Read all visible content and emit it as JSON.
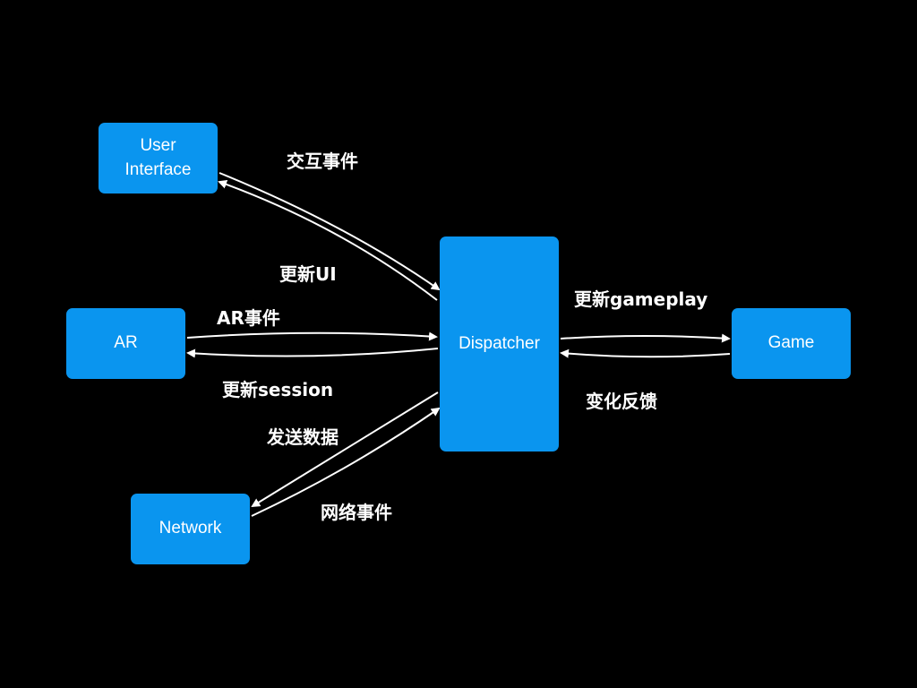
{
  "diagram": {
    "nodes": {
      "ui": "User\nInterface",
      "ar": "AR",
      "network": "Network",
      "dispatcher": "Dispatcher",
      "game": "Game"
    },
    "edges": {
      "interaction_event": "交互事件",
      "update_ui": "更新UI",
      "ar_event": "AR事件",
      "update_session": "更新session",
      "send_data": "发送数据",
      "network_event": "网络事件",
      "update_gameplay": "更新gameplay",
      "change_feedback": "变化反馈"
    }
  },
  "colors": {
    "background": "#000000",
    "node_fill": "#0a95ef",
    "text": "#ffffff",
    "arrow": "#ffffff"
  }
}
